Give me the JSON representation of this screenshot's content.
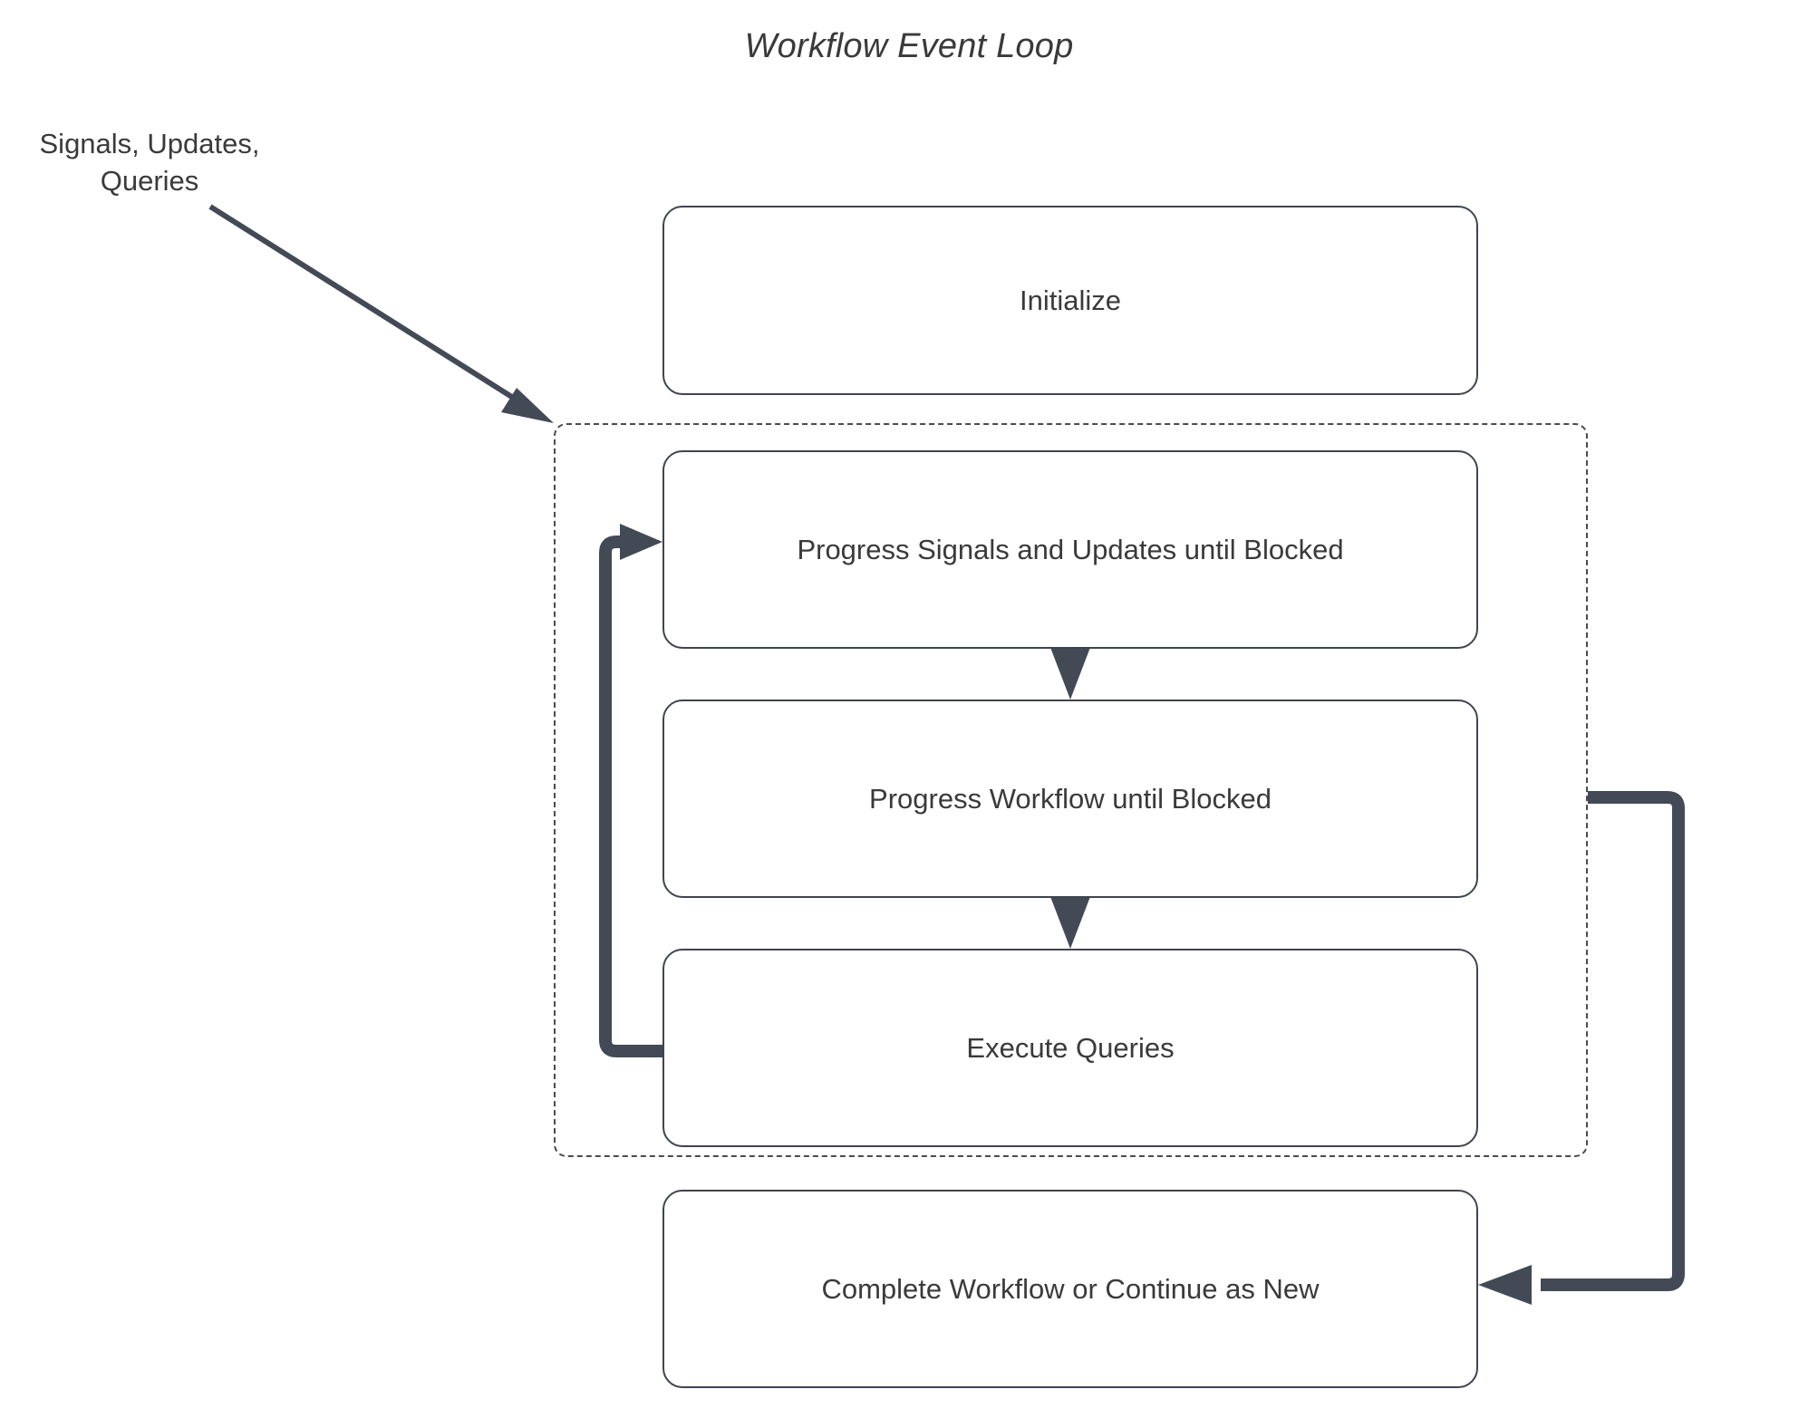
{
  "diagram": {
    "title": "Workflow Event Loop",
    "external_label": "Signals, Updates,\nQueries",
    "colors": {
      "stroke": "#3f4450",
      "edge": "#434a56",
      "text": "#3a3a3a",
      "dashed_border": "#4a4a52",
      "background": "#ffffff"
    },
    "nodes": [
      {
        "id": "initialize",
        "label": "Initialize"
      },
      {
        "id": "progress-su",
        "label": "Progress Signals and Updates until Blocked"
      },
      {
        "id": "progress-wf",
        "label": "Progress Workflow until Blocked"
      },
      {
        "id": "execute-q",
        "label": "Execute Queries"
      },
      {
        "id": "complete",
        "label": "Complete Workflow or Continue as New"
      }
    ],
    "edges": [
      {
        "id": "external-input",
        "from": "external-label",
        "to": "loop-container",
        "style": "solid-diagonal",
        "label": ""
      },
      {
        "id": "su-to-wf",
        "from": "progress-su",
        "to": "progress-wf",
        "style": "solid-vertical",
        "label": ""
      },
      {
        "id": "wf-to-eq",
        "from": "progress-wf",
        "to": "execute-q",
        "style": "solid-vertical",
        "label": ""
      },
      {
        "id": "eq-to-su",
        "from": "execute-q",
        "to": "progress-su",
        "style": "thick-loop-left",
        "label": ""
      },
      {
        "id": "loop-to-complete",
        "from": "loop-container",
        "to": "complete",
        "style": "thick-loop-right",
        "label": ""
      }
    ],
    "group": {
      "id": "loop-container",
      "style": "dashed",
      "label": ""
    }
  }
}
